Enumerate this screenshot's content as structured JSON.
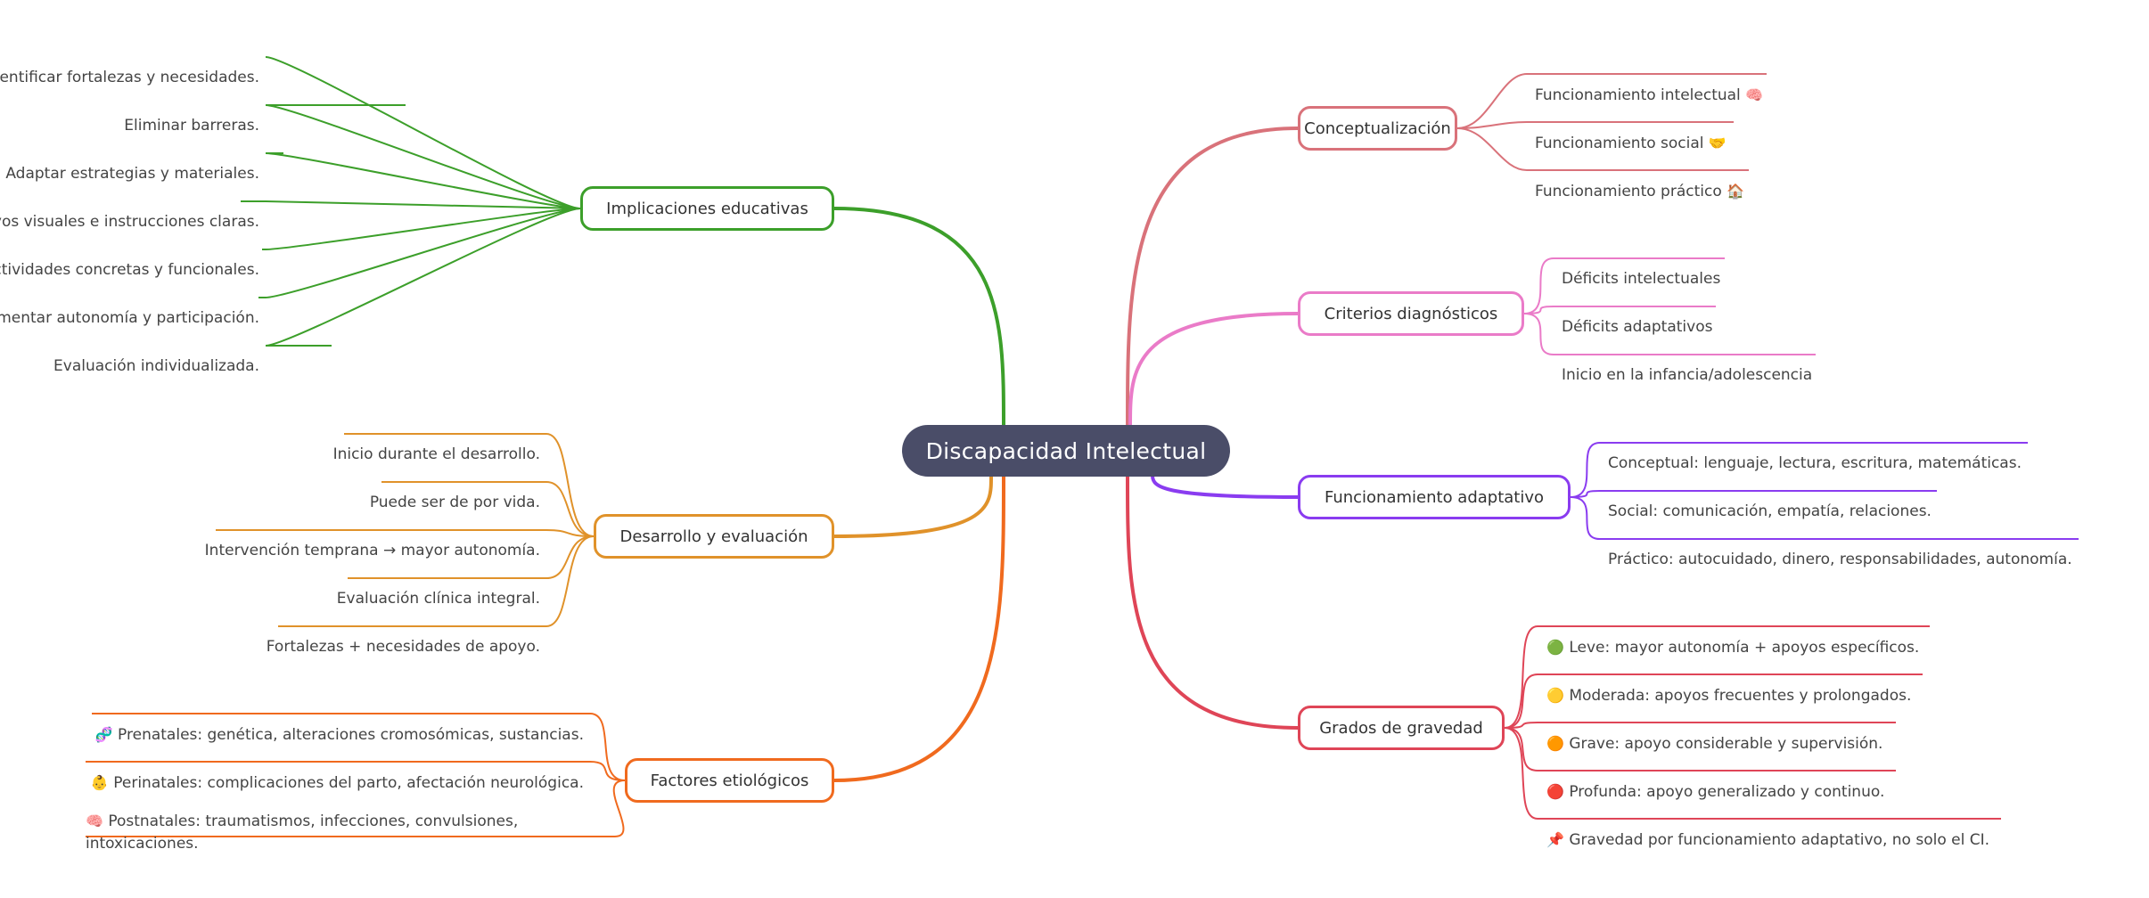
{
  "root": {
    "label": "Discapacidad Intelectual"
  },
  "branches": [
    {
      "id": "conceptualizacion",
      "label": "Conceptualización",
      "color": "#d9727a",
      "side": "right",
      "leaves": [
        {
          "text": "Funcionamiento intelectual",
          "emoji": "🧠"
        },
        {
          "text": "Funcionamiento social",
          "emoji": "🤝"
        },
        {
          "text": "Funcionamiento práctico",
          "emoji": "🏠"
        }
      ]
    },
    {
      "id": "criterios",
      "label": "Criterios diagnósticos",
      "color": "#ea7bc8",
      "side": "right",
      "leaves": [
        {
          "text": "Déficits intelectuales"
        },
        {
          "text": "Déficits adaptativos"
        },
        {
          "text": "Inicio en la infancia/adolescencia"
        }
      ]
    },
    {
      "id": "adaptativo",
      "label": "Funcionamiento adaptativo",
      "color": "#8a3cf0",
      "side": "right",
      "leaves": [
        {
          "text": "Conceptual: lenguaje, lectura, escritura, matemáticas."
        },
        {
          "text": "Social: comunicación, empatía, relaciones."
        },
        {
          "text": "Práctico: autocuidado, dinero, responsabilidades, autonomía."
        }
      ]
    },
    {
      "id": "gravedad",
      "label": "Grados de gravedad",
      "color": "#df4557",
      "side": "right",
      "leaves": [
        {
          "text": "Leve: mayor autonomía + apoyos específicos.",
          "emoji": "🟢",
          "emoji_pos": "before"
        },
        {
          "text": "Moderada: apoyos frecuentes y prolongados.",
          "emoji": "🟡",
          "emoji_pos": "before"
        },
        {
          "text": "Grave: apoyo considerable y supervisión.",
          "emoji": "🟠",
          "emoji_pos": "before"
        },
        {
          "text": "Profunda: apoyo generalizado y continuo.",
          "emoji": "🔴",
          "emoji_pos": "before"
        },
        {
          "text": "Gravedad por funcionamiento adaptativo, no solo el CI.",
          "emoji": "📌",
          "emoji_pos": "before"
        }
      ]
    },
    {
      "id": "educativas",
      "label": "Implicaciones educativas",
      "color": "#3c9f2a",
      "side": "left",
      "leaves": [
        {
          "text": "Identificar fortalezas y necesidades."
        },
        {
          "text": "Eliminar barreras."
        },
        {
          "text": "Adaptar estrategias y materiales."
        },
        {
          "text": "Apoyos visuales e instrucciones claras."
        },
        {
          "text": "Actividades concretas y funcionales."
        },
        {
          "text": "Fomentar autonomía y participación."
        },
        {
          "text": "Evaluación individualizada."
        }
      ]
    },
    {
      "id": "desarrollo",
      "label": "Desarrollo y evaluación",
      "color": "#e0922a",
      "side": "left",
      "leaves": [
        {
          "text": "Inicio durante el desarrollo."
        },
        {
          "text": "Puede ser de por vida."
        },
        {
          "text": "Intervención temprana → mayor autonomía."
        },
        {
          "text": "Evaluación clínica integral."
        },
        {
          "text": "Fortalezas + necesidades de apoyo."
        }
      ]
    },
    {
      "id": "etiologicos",
      "label": "Factores etiológicos",
      "color": "#f06a1e",
      "side": "left",
      "leaves": [
        {
          "text": "Prenatales: genética, alteraciones cromosómicas, sustancias.",
          "emoji": "🧬",
          "emoji_pos": "before"
        },
        {
          "text": "Perinatales: complicaciones del parto, afectación neurológica.",
          "emoji": "👶",
          "emoji_pos": "before"
        },
        {
          "text": "Postnatales: traumatismos, infecciones, convulsiones, intoxicaciones.",
          "emoji": "🧠",
          "emoji_pos": "before"
        }
      ]
    }
  ]
}
